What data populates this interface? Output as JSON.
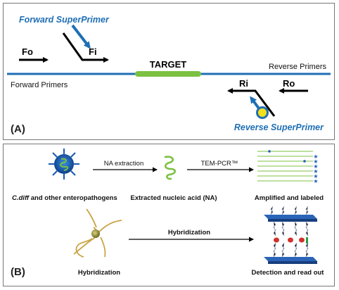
{
  "panel_a": {
    "panel_label": "(A)",
    "forward_superprimer": "Forward SuperPrimer",
    "reverse_superprimer": "Reverse SuperPrimer",
    "fo": "Fo",
    "fi": "Fi",
    "ri": "Ri",
    "ro": "Ro",
    "target": "TARGET",
    "reverse_primers": "Reverse Primers",
    "forward_primers": "Forward Primers",
    "colors": {
      "blue": "#1f6fb5",
      "green": "#7cc142",
      "yellow": "#f2e01c"
    }
  },
  "panel_b": {
    "panel_label": "(B)",
    "pathogen_caption_italic": "C.diff",
    "pathogen_caption_rest": " and other enteropathogens",
    "na_extraction": "NA extraction",
    "extracted_caption": "Extracted nucleic acid (NA)",
    "tem_pcr": "TEM-PCR™",
    "amplified_caption": "Amplified and labeled",
    "hybridization_arrow": "Hybridization",
    "hybridization_caption": "Hybridization",
    "detection_caption": "Detection and read out",
    "icons": [
      "cell-icon",
      "nucleic-acid-icon",
      "amplicon-icon",
      "hybridization-icon",
      "microarray-icon"
    ]
  }
}
